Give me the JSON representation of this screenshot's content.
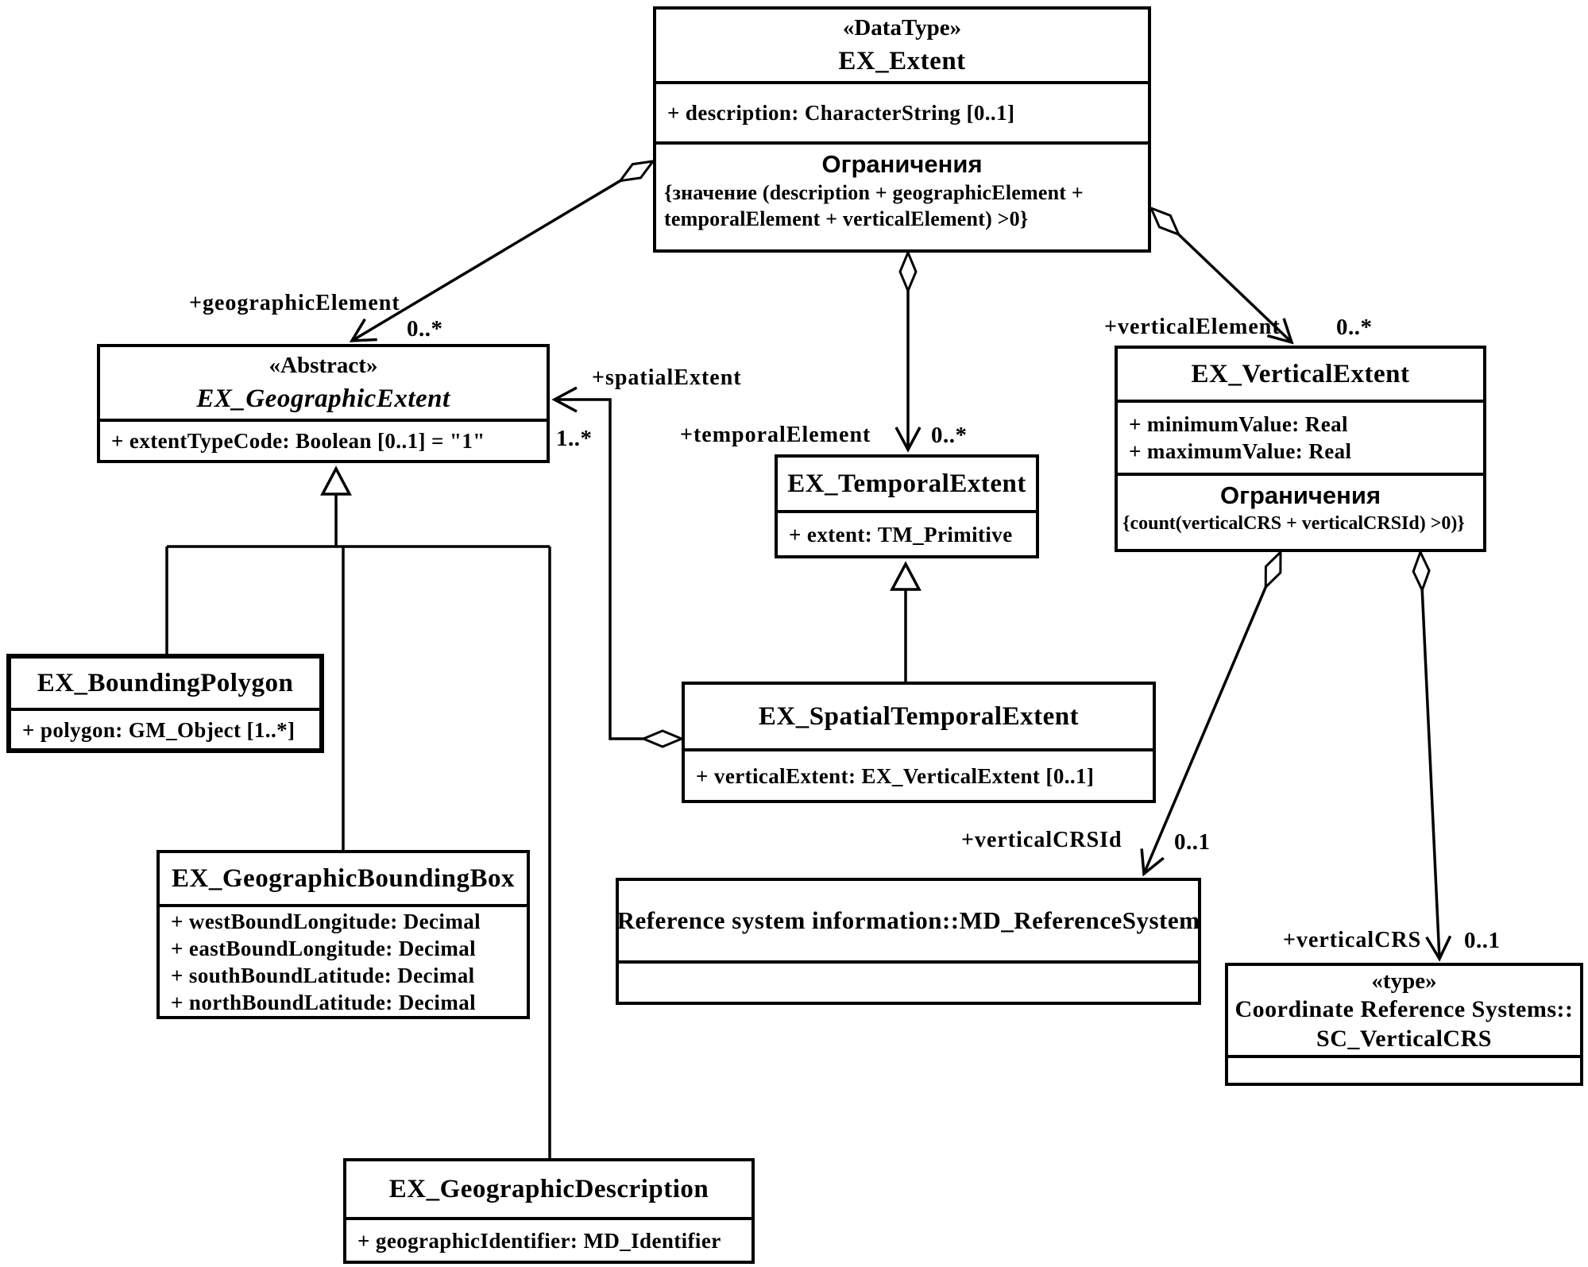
{
  "classes": {
    "ex_extent": {
      "stereotype": "«DataType»",
      "name": "EX_Extent",
      "attributes": [
        "+ description: CharacterString [0..1]"
      ],
      "constraint_heading": "Ограничения",
      "constraint_lines": [
        "{значение (description + geographicElement +",
        "temporalElement + verticalElement) >0}"
      ]
    },
    "ex_geographic_extent": {
      "stereotype": "«Abstract»",
      "name": "EX_GeographicExtent",
      "attributes": [
        "+ extentTypeCode: Boolean [0..1] = \"1\""
      ]
    },
    "ex_vertical_extent": {
      "name": "EX_VerticalExtent",
      "attributes": [
        "+ minimumValue: Real",
        "+ maximumValue: Real"
      ],
      "constraint_heading": "Ограничения",
      "constraint_lines": [
        "{count(verticalCRS + verticalCRSId) >0)}"
      ]
    },
    "ex_temporal_extent": {
      "name": "EX_TemporalExtent",
      "attributes": [
        "+ extent: TM_Primitive"
      ]
    },
    "ex_spatial_temporal_extent": {
      "name": "EX_SpatialTemporalExtent",
      "attributes": [
        "+ verticalExtent: EX_VerticalExtent [0..1]"
      ]
    },
    "ex_bounding_polygon": {
      "name": "EX_BoundingPolygon",
      "attributes": [
        "+ polygon: GM_Object [1..*]"
      ]
    },
    "ex_geographic_bounding_box": {
      "name": "EX_GeographicBoundingBox",
      "attributes": [
        "+ westBoundLongitude: Decimal",
        "+ eastBoundLongitude: Decimal",
        "+ southBoundLatitude: Decimal",
        "+ northBoundLatitude: Decimal"
      ]
    },
    "ex_geographic_description": {
      "name": "EX_GeographicDescription",
      "attributes": [
        "+ geographicIdentifier: MD_Identifier"
      ]
    },
    "md_reference_system": {
      "name": "Reference system information::MD_ReferenceSystem"
    },
    "sc_vertical_crs": {
      "stereotype": "«type»",
      "name_line1": "Coordinate Reference Systems::",
      "name_line2": "SC_VerticalCRS"
    }
  },
  "labels": {
    "geographic_element": "+geographicElement",
    "geographic_mult": "0..*",
    "spatial_extent": "+spatialExtent",
    "spatial_mult": "1..*",
    "temporal_element": "+temporalElement",
    "temporal_mult": "0..*",
    "vertical_element": "+verticalElement",
    "vertical_mult": "0..*",
    "vertical_crs_id": "+verticalCRSId",
    "vertical_crs_id_mult": "0..1",
    "vertical_crs": "+verticalCRS",
    "vertical_crs_mult": "0..1"
  }
}
